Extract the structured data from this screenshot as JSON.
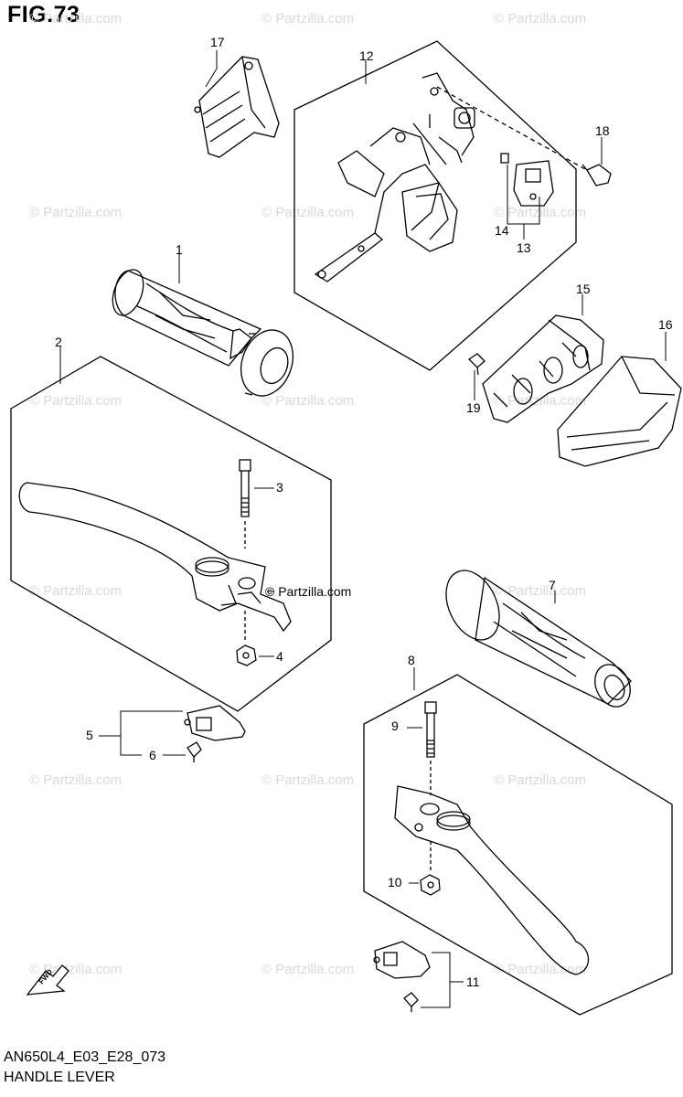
{
  "figure": {
    "number_label": "FIG.73",
    "model_code": "AN650L4_E03_E28_073",
    "title": "HANDLE LEVER"
  },
  "watermark": {
    "text": "© Partzilla.com"
  },
  "parts": [
    {
      "ref": "1"
    },
    {
      "ref": "2"
    },
    {
      "ref": "3"
    },
    {
      "ref": "4"
    },
    {
      "ref": "5"
    },
    {
      "ref": "6"
    },
    {
      "ref": "7"
    },
    {
      "ref": "8"
    },
    {
      "ref": "9"
    },
    {
      "ref": "10"
    },
    {
      "ref": "11"
    },
    {
      "ref": "12"
    },
    {
      "ref": "13"
    },
    {
      "ref": "14"
    },
    {
      "ref": "15"
    },
    {
      "ref": "16"
    },
    {
      "ref": "17"
    },
    {
      "ref": "18"
    },
    {
      "ref": "19"
    }
  ],
  "fwd_arrow": {
    "label": "FWD"
  },
  "colors": {
    "line": "#000000",
    "watermark": "#d9d9d9",
    "background": "#ffffff"
  }
}
